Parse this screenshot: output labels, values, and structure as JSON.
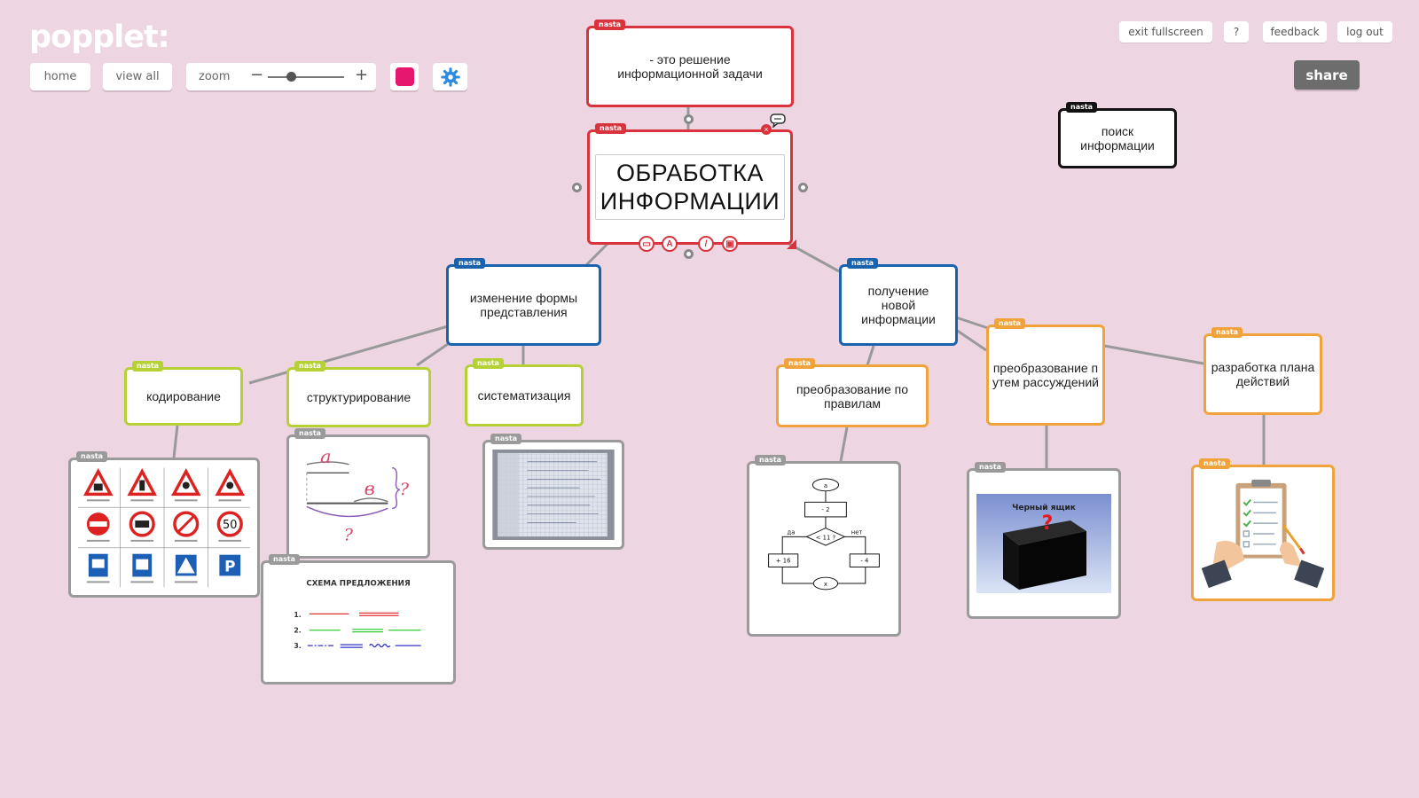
{
  "app": {
    "logo": "popplet:"
  },
  "toolbar": {
    "home_label": "home",
    "view_all_label": "view all",
    "zoom_label": "zoom",
    "zoom_minus": "−",
    "zoom_plus": "+",
    "color_swatch": "#e6176f"
  },
  "topright": {
    "exit_fullscreen_label": "exit fullscreen",
    "help_label": "?",
    "feedback_label": "feedback",
    "logout_label": "log out",
    "share_label": "share"
  },
  "author_tag": "nasta",
  "colors": {
    "background": "#eed5e2",
    "red": "#d9343d",
    "blue": "#1b62ad",
    "lime": "#b6d136",
    "orange": "#f0a33a",
    "gray": "#9a9a9a",
    "black": "#111111",
    "connector": "#999999"
  },
  "popples": {
    "definition": "- это решение информационной задачи",
    "main_title": "ОБРАБОТКА ИНФОРМАЦИИ",
    "search": "поиск информации",
    "change_form": "изменение формы представления",
    "new_info": "получение новой информации",
    "coding": "кодирование",
    "structuring": "структурирование",
    "systematization": "систематизация",
    "rule_transform": "преобразование по правилам",
    "reasoning_transform": "преобразование путем рассуждений",
    "action_plan": "разработка плана действий"
  },
  "images": {
    "road_signs": {
      "icon": "road-signs-image",
      "speed_label": "50",
      "parking_label": "P"
    },
    "sentence_scheme": {
      "title": "СХЕМА ПРЕДЛОЖЕНИЯ",
      "rows": [
        "1.",
        "2.",
        "3."
      ]
    },
    "handwriting": {
      "labels": [
        "a",
        "в",
        "?",
        "?"
      ]
    },
    "notebook": {
      "icon": "notebook-photo"
    },
    "flowchart": {
      "nodes": [
        "a",
        "- 2",
        "< 11 ?",
        "+ 16",
        "- 4",
        "x"
      ],
      "yes_label": "да",
      "no_label": "нет"
    },
    "black_box": {
      "title": "Черный ящик",
      "mark": "?"
    },
    "checklist": {
      "icon": "checklist-image"
    }
  }
}
